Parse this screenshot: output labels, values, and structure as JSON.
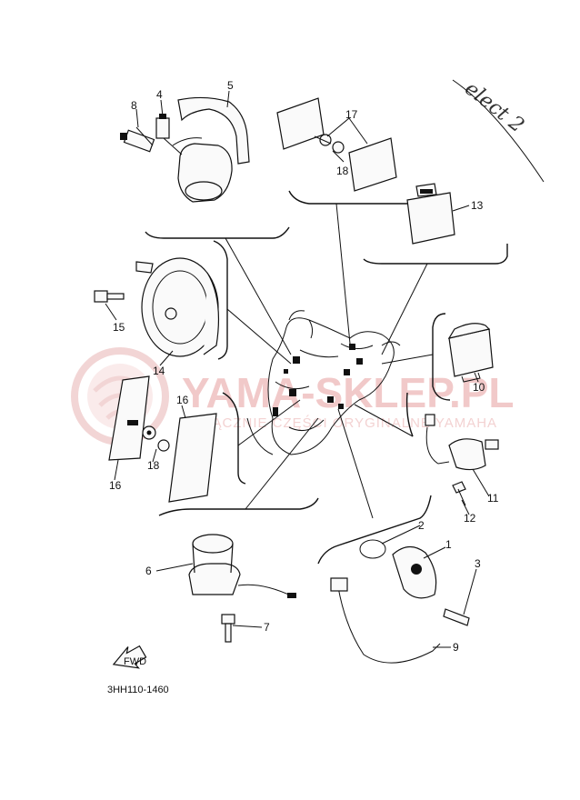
{
  "watermark": {
    "brand": "YAMA-SKLEP.PL",
    "subtitle": "WYŁĄCZNIE CZĘŚCI ORYGINALNE YAMAHA",
    "logo_color": "#e8b4b4"
  },
  "handwritten_note": "elect 2",
  "reference_code": "3HH110-1460",
  "fwd_arrow": "FWD",
  "callouts": [
    "1",
    "2",
    "3",
    "4",
    "5",
    "6",
    "7",
    "8",
    "9",
    "10",
    "11",
    "12",
    "13",
    "14",
    "15",
    "16",
    "16",
    "17",
    "18",
    "18"
  ]
}
